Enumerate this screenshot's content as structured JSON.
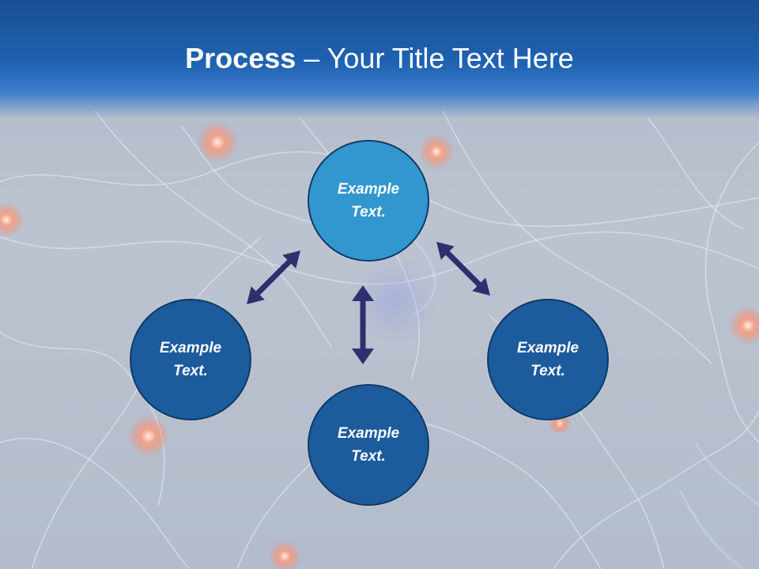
{
  "slide": {
    "title_bold": "Process",
    "title_rest": " – Your Title Text Here"
  },
  "diagram": {
    "nodes": [
      {
        "id": "top",
        "label": "Example Text."
      },
      {
        "id": "left",
        "label": "Example Text."
      },
      {
        "id": "right",
        "label": "Example Text."
      },
      {
        "id": "bottom",
        "label": "Example Text."
      }
    ],
    "colors": {
      "header": "#1f63b3",
      "top_node": "#3296cf",
      "other_nodes": "#1c5b9c",
      "node_border": "#0f3a66",
      "arrows": "#2e2f6e"
    }
  }
}
